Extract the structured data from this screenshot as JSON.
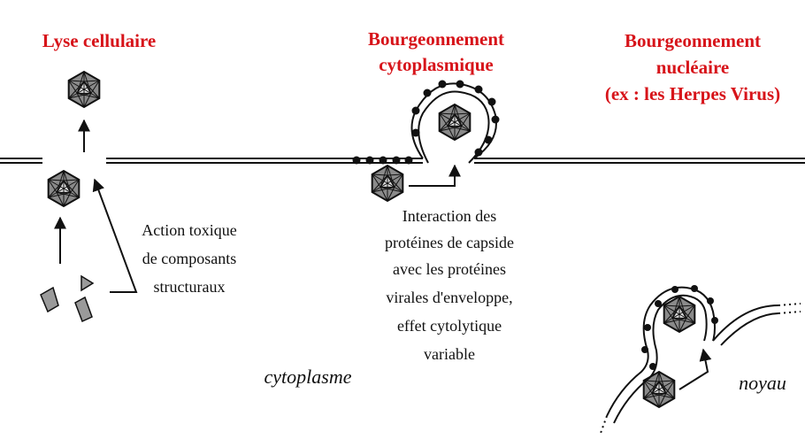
{
  "colors": {
    "title": "#d7141a",
    "ink": "#111111",
    "virus_fill": "#8a8a8a",
    "background": "#ffffff"
  },
  "titles": {
    "lysis": "Lyse cellulaire",
    "cyto_line1": "Bourgeonnement",
    "cyto_line2": "cytoplasmique",
    "nuc_line1": "Bourgeonnement",
    "nuc_line2": "nucléaire",
    "nuc_line3": "(ex : les Herpes Virus)"
  },
  "labels": {
    "toxic": [
      "Action toxique",
      "de composants",
      "structuraux"
    ],
    "interaction": [
      "Interaction des",
      "protéines de capside",
      "avec les protéines",
      "virales d'enveloppe,",
      "effet cytolytique",
      "variable"
    ],
    "cytoplasme": "cytoplasme",
    "noyau": "noyau"
  },
  "icons": [
    "virus-capsid-icon",
    "capsid-fragment-icon",
    "membrane-protein-dot-icon",
    "arrow-icon"
  ]
}
